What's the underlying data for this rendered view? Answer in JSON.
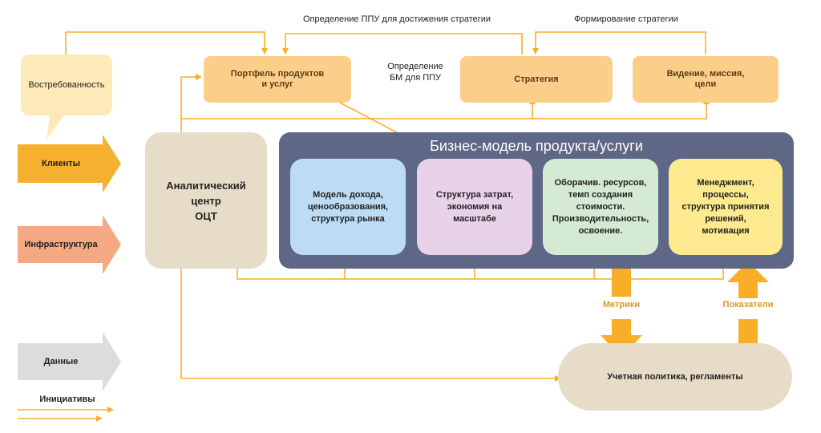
{
  "top_labels": {
    "ppu_definition": "Определение ППУ для достижения стратегии",
    "strategy_forming": "Формирование стратегии",
    "bm_definition_line1": "Определение",
    "bm_definition_line2": "БМ для ППУ"
  },
  "boxes": {
    "portfolio_line1": "Портфель продуктов",
    "portfolio_line2": "и услуг",
    "strategy": "Стратегия",
    "vision_line1": "Видение, миссия,",
    "vision_line2": "цели"
  },
  "left": {
    "demand": "Востребованность",
    "clients": "Клиенты",
    "infrastructure": "Инфраструктура",
    "data": "Данные",
    "initiatives": "Инициативы"
  },
  "center": {
    "line1": "Аналитический",
    "line2": "центр",
    "line3": "ОЦТ"
  },
  "business_model": {
    "title": "Бизнес-модель продукта/услуги",
    "cards": [
      {
        "lines": [
          "Модель дохода,",
          "ценообразования,",
          "структура рынка"
        ]
      },
      {
        "lines": [
          "Структура затрат,",
          "экономия на",
          "масштабе"
        ]
      },
      {
        "lines": [
          "Оборачив. ресурсов,",
          "темп создания",
          "стоимости.",
          "Производительность,",
          "освоение."
        ]
      },
      {
        "lines": [
          "Менеджмент,",
          "процессы,",
          "структура принятия",
          "решений,",
          "мотивация"
        ]
      }
    ]
  },
  "bottom": {
    "metrics": "Метрики",
    "indicators": "Показатели",
    "accounting": "Учетная политика, регламенты"
  },
  "colors": {
    "orange_arrow": "#f9ae28",
    "box_orange": "#fbcf8a",
    "bm_bg": "#5f6786",
    "card_blue": "#bcdcf5",
    "card_pink": "#e7d2ea",
    "card_green": "#d4ead2",
    "card_yellow": "#fdea8e",
    "beige": "#e7dcc7",
    "clients_arrow": "#f6b030",
    "infra_arrow": "#f4a982",
    "data_arrow": "#dcdcdc",
    "demand_bubble": "#fdeab8"
  }
}
